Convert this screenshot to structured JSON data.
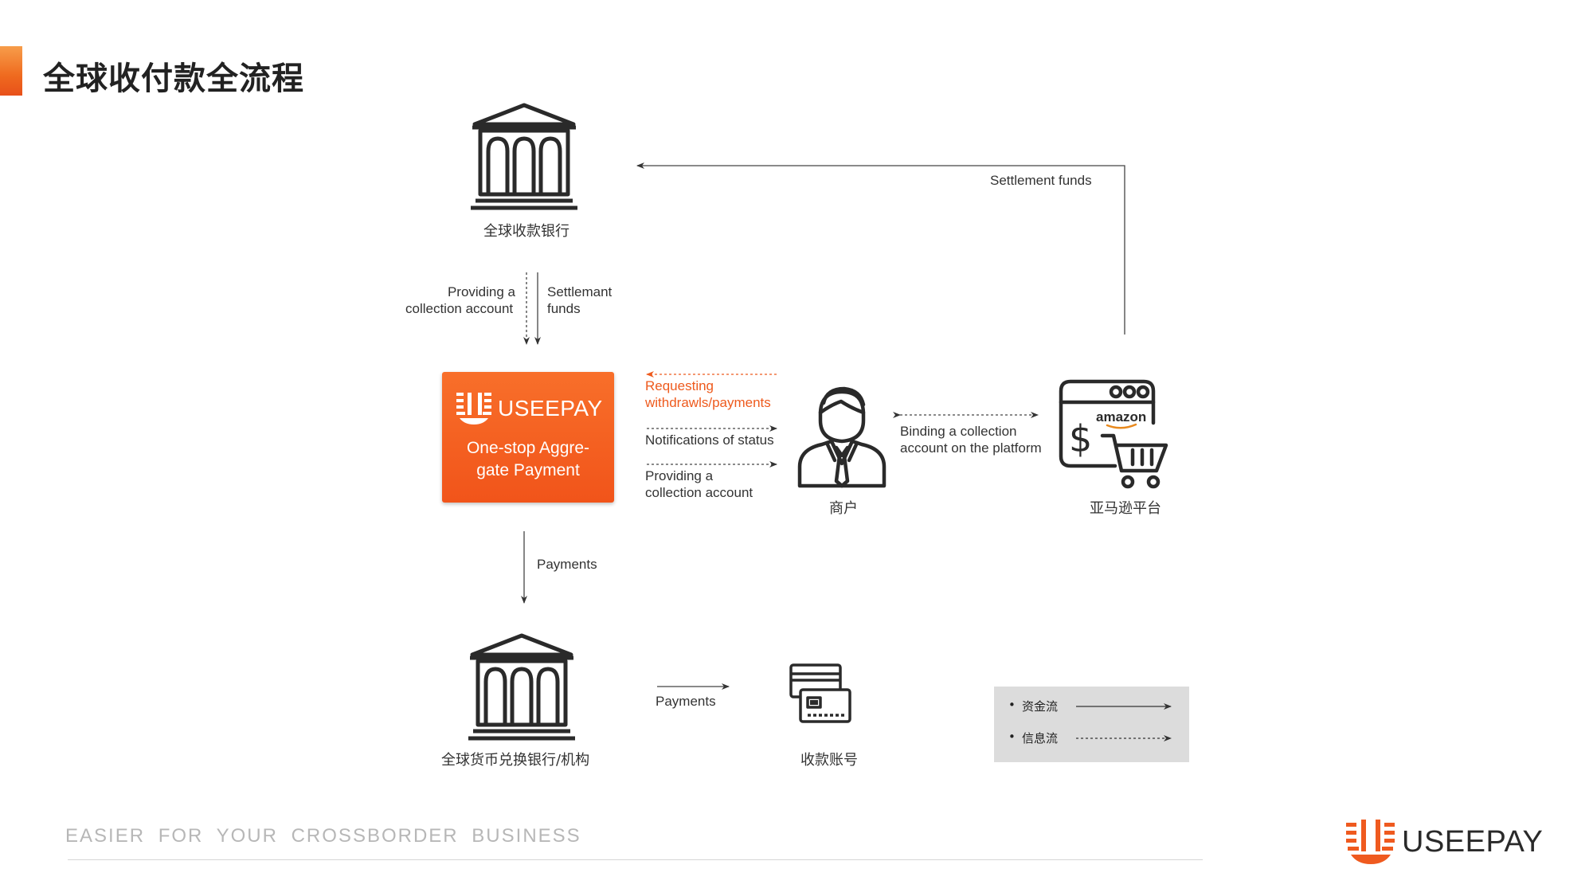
{
  "page": {
    "title": "全球收付款全流程",
    "tagline": "EASIER  FOR  YOUR  CROSSBORDER  BUSINESS",
    "logo_text": "USEEPAY"
  },
  "colors": {
    "accent": "#ef5a1f",
    "text": "#333333",
    "legend_bg": "#dcdcdc",
    "tagline": "#b7b7b7"
  },
  "nodes": {
    "global_bank": {
      "label": "全球收款银行",
      "icon": "bank-icon"
    },
    "useepay": {
      "brand": "USEEPAY",
      "subtitle_line1": "One-stop Aggre-",
      "subtitle_line2": "gate Payment",
      "icon": "useepay-logo-icon"
    },
    "merchant": {
      "label": "商户",
      "icon": "businessman-icon"
    },
    "amazon": {
      "label": "亚马逊平台",
      "logo_text": "amazon",
      "icon": "amazon-shop-icon"
    },
    "exchange_bank": {
      "label": "全球货币兑换银行/机构",
      "icon": "bank-icon"
    },
    "receiving_account": {
      "label": "收款账号",
      "icon": "bank-card-icon"
    }
  },
  "edges": {
    "settlement_top": "Settlement funds",
    "providing_account_1": "Providing a",
    "providing_account_2": "collection account",
    "settlemant_1": "Settlemant",
    "settlemant_2": "funds",
    "requesting_1": "Requesting",
    "requesting_2": "withdrawls/payments",
    "notifications": "Notifications of status",
    "providing_b_1": "Providing a",
    "providing_b_2": "collection account",
    "binding_1": "Binding a collection",
    "binding_2": "account on the platform",
    "payments_down": "Payments",
    "payments_right": "Payments"
  },
  "legend": {
    "fund_flow": "资金流",
    "info_flow": "信息流"
  }
}
